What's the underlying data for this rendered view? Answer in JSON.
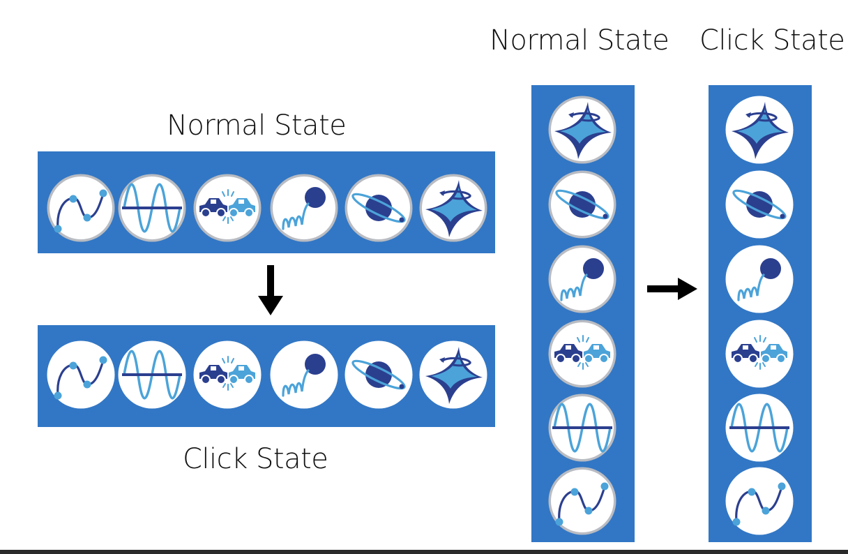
{
  "labels": {
    "h_normal": "Normal State",
    "h_click": "Click State",
    "v_normal": "Normal State",
    "v_click": "Click State"
  },
  "colors": {
    "bar": "#3277c5",
    "icon_light": "#4ba3d9",
    "icon_dark": "#2b3f8f",
    "ring": "#b9bcc2",
    "arrow": "#000000"
  },
  "horizontal_order": [
    "curve-icon",
    "sine-wave-icon",
    "car-crash-icon",
    "bouncing-ball-icon",
    "orbit-icon",
    "spinning-top-icon"
  ],
  "vertical_order": [
    "spinning-top-icon",
    "orbit-icon",
    "bouncing-ball-icon",
    "car-crash-icon",
    "sine-wave-icon",
    "curve-icon"
  ]
}
